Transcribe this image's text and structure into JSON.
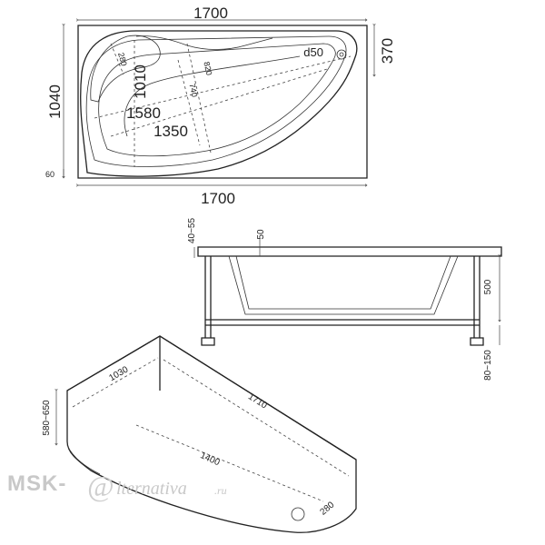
{
  "top_view": {
    "width_top": "1700",
    "width_bottom": "1700",
    "height_left": "1040",
    "right_offset": "370",
    "bottom_offset": "60",
    "drain_label": "d50",
    "inner_1010": "1010",
    "inner_280": "280",
    "inner_820": "820",
    "inner_740": "740",
    "inner_1580": "1580",
    "inner_1350": "1350"
  },
  "side_view": {
    "rim_range": "40~55",
    "rim_width": "50",
    "depth": "500",
    "legs_range": "80~150"
  },
  "iso_view": {
    "side_short": "1030",
    "side_long": "1710",
    "height_range": "580~650",
    "bottom_length": "1400",
    "corner": "280"
  },
  "watermark": {
    "left": "MSK-",
    "symbol": "@",
    "right": "lternativa",
    "domain": ".ru"
  }
}
